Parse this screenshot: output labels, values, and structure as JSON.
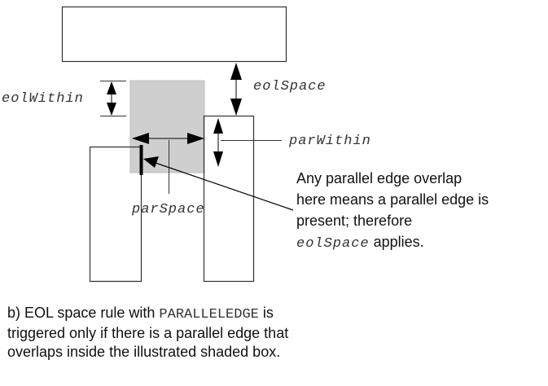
{
  "diagram": {
    "labels": {
      "eol_within": "eolWithin",
      "eol_space": "eolSpace",
      "par_within": "parWithin",
      "par_space": "parSpace"
    },
    "note": {
      "line1": "Any parallel edge overlap",
      "line2": "here means a parallel edge is",
      "line3": "present; therefore",
      "code": "eolSpace",
      "line4_suffix": " applies."
    },
    "colors": {
      "shaded_box": "#cfcfcf",
      "stroke": "#222222"
    }
  },
  "caption": {
    "prefix": "b) EOL space rule with ",
    "code": "PARALLELEDGE",
    "suffix_line1": " is",
    "line2": "triggered only if there is a parallel edge that",
    "line3": "overlaps inside the illustrated shaded box."
  }
}
